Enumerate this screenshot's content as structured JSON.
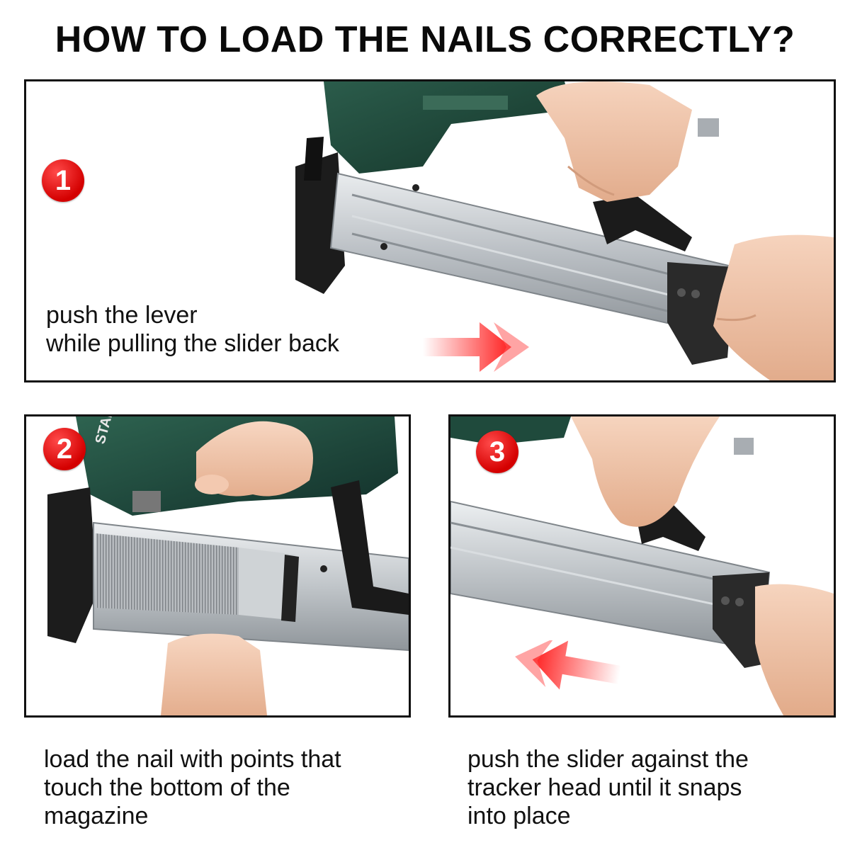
{
  "title": "HOW TO LOAD THE NAILS CORRECTLY?",
  "steps": [
    {
      "number": "1",
      "caption": [
        "push the lever",
        "while pulling the slider back"
      ],
      "arrow": "right-arrow-icon"
    },
    {
      "number": "2",
      "caption": [
        "load the nail with points that",
        "touch the bottom of the",
        "magazine"
      ],
      "tool_label": "STAN"
    },
    {
      "number": "3",
      "caption": [
        "push the slider against the",
        "tracker head until it snaps",
        "into place"
      ],
      "arrow": "left-arrow-icon"
    }
  ],
  "colors": {
    "badge": "#d40000",
    "arrow": "#ff1e1e",
    "tool_body": "#1f4a3c",
    "magazine": "#c9cdd1",
    "skin": "#f1c4a8"
  }
}
